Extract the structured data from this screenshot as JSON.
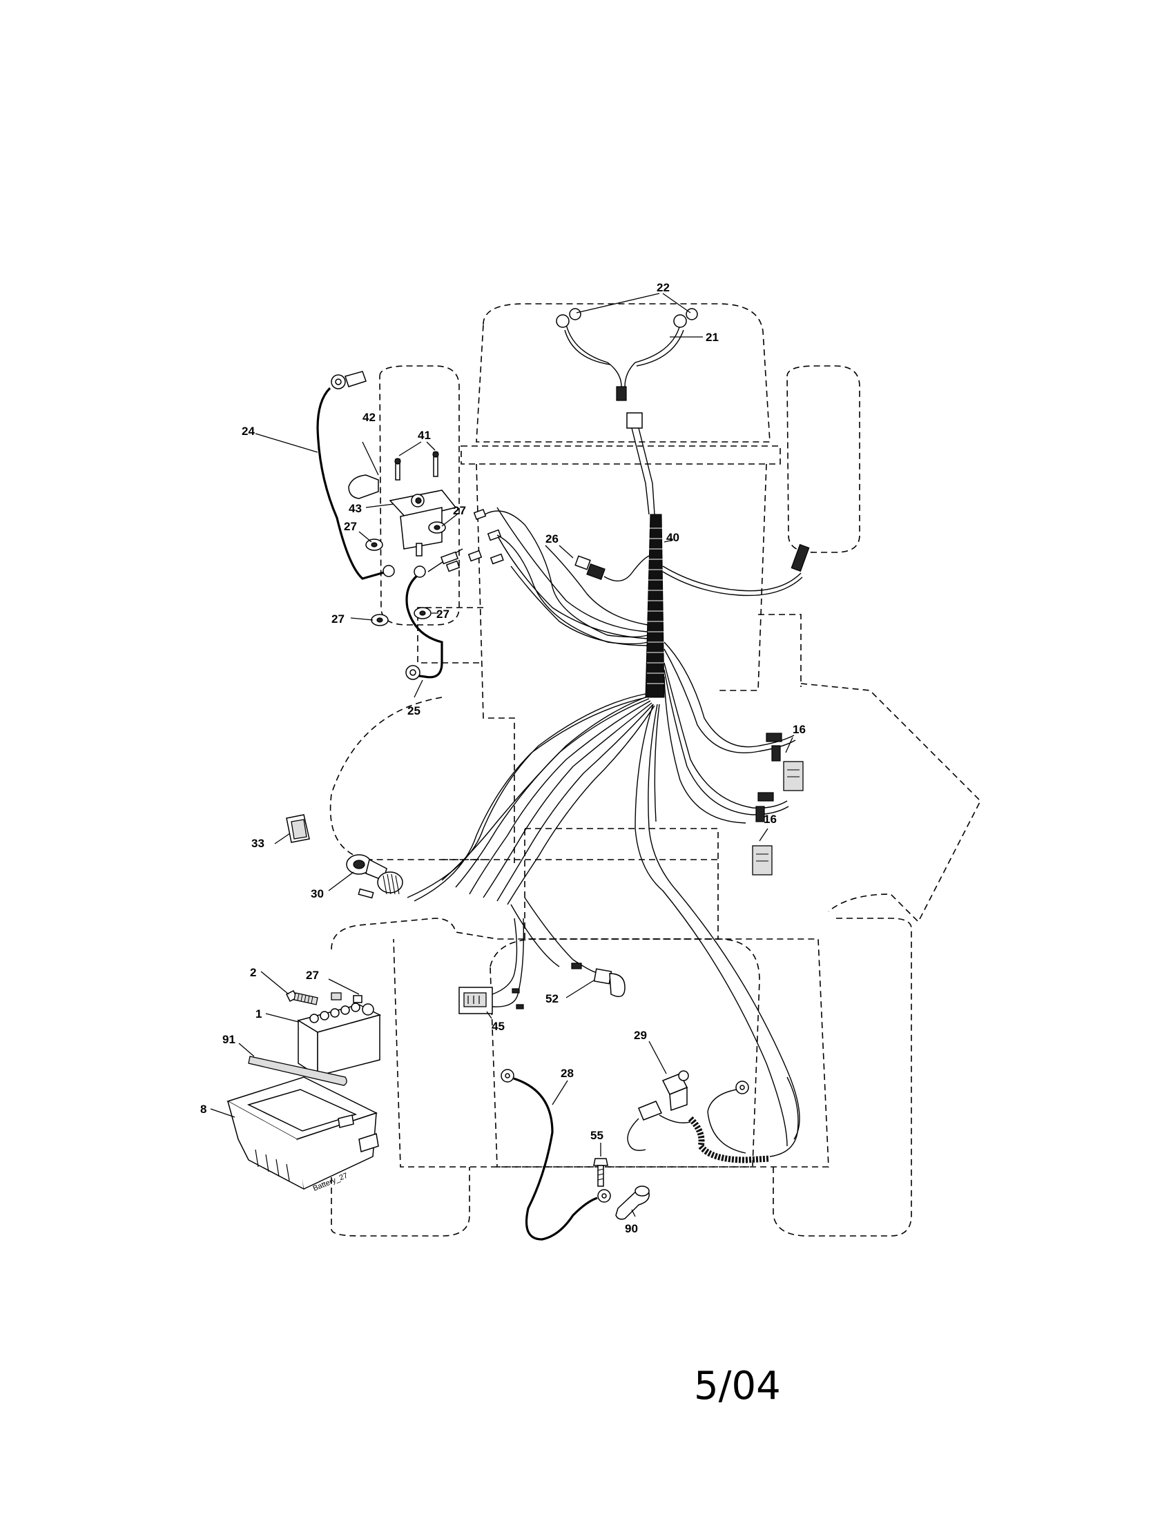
{
  "diagram": {
    "callouts": [
      {
        "id": "c22",
        "text": "22"
      },
      {
        "id": "c21",
        "text": "21"
      },
      {
        "id": "c42",
        "text": "42"
      },
      {
        "id": "c41",
        "text": "41"
      },
      {
        "id": "c24",
        "text": "24"
      },
      {
        "id": "c43",
        "text": "43"
      },
      {
        "id": "c27a",
        "text": "27"
      },
      {
        "id": "c27b",
        "text": "27"
      },
      {
        "id": "c27c",
        "text": "27"
      },
      {
        "id": "c27d",
        "text": "27"
      },
      {
        "id": "c40",
        "text": "40"
      },
      {
        "id": "c26",
        "text": "26"
      },
      {
        "id": "c25",
        "text": "25"
      },
      {
        "id": "c16a",
        "text": "16"
      },
      {
        "id": "c16b",
        "text": "16"
      },
      {
        "id": "c33",
        "text": "33"
      },
      {
        "id": "c30",
        "text": "30"
      },
      {
        "id": "c27e",
        "text": "27"
      },
      {
        "id": "c2",
        "text": "2"
      },
      {
        "id": "c1",
        "text": "1"
      },
      {
        "id": "c91",
        "text": "91"
      },
      {
        "id": "c8",
        "text": "8"
      },
      {
        "id": "c45",
        "text": "45"
      },
      {
        "id": "c52",
        "text": "52"
      },
      {
        "id": "c29",
        "text": "29"
      },
      {
        "id": "c28",
        "text": "28"
      },
      {
        "id": "c55",
        "text": "55"
      },
      {
        "id": "c90",
        "text": "90"
      }
    ],
    "battery_tray_label": "Battery_27"
  },
  "footer": {
    "date": "5/04"
  }
}
